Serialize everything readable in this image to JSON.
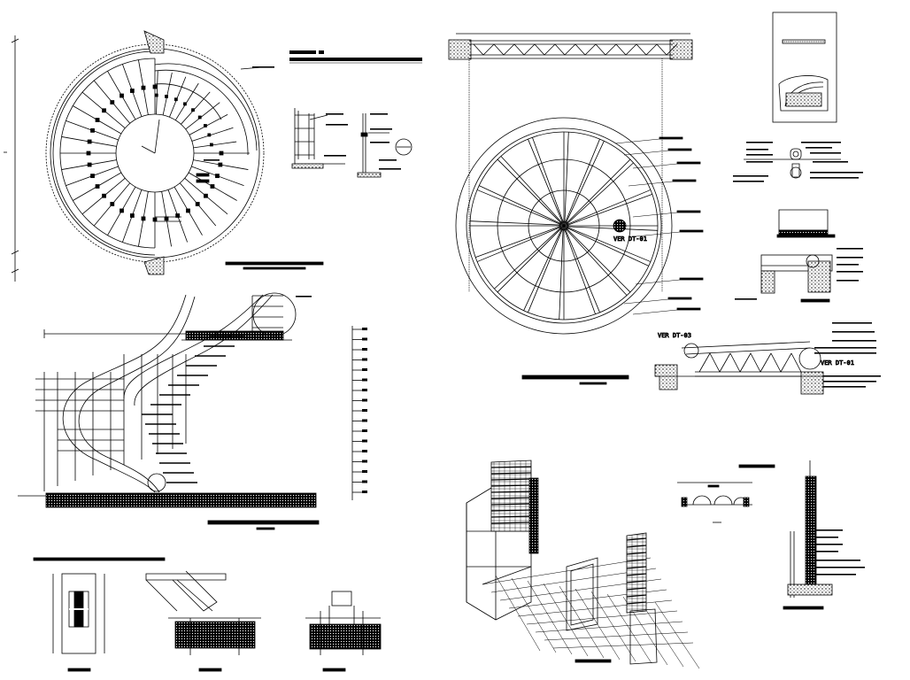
{
  "drawing": {
    "labels": {
      "ver_dt_01_a": "VER DT-01",
      "ver_dt_01_b": "VER DT-01",
      "ver_dt_03": "VER DT-03"
    }
  }
}
